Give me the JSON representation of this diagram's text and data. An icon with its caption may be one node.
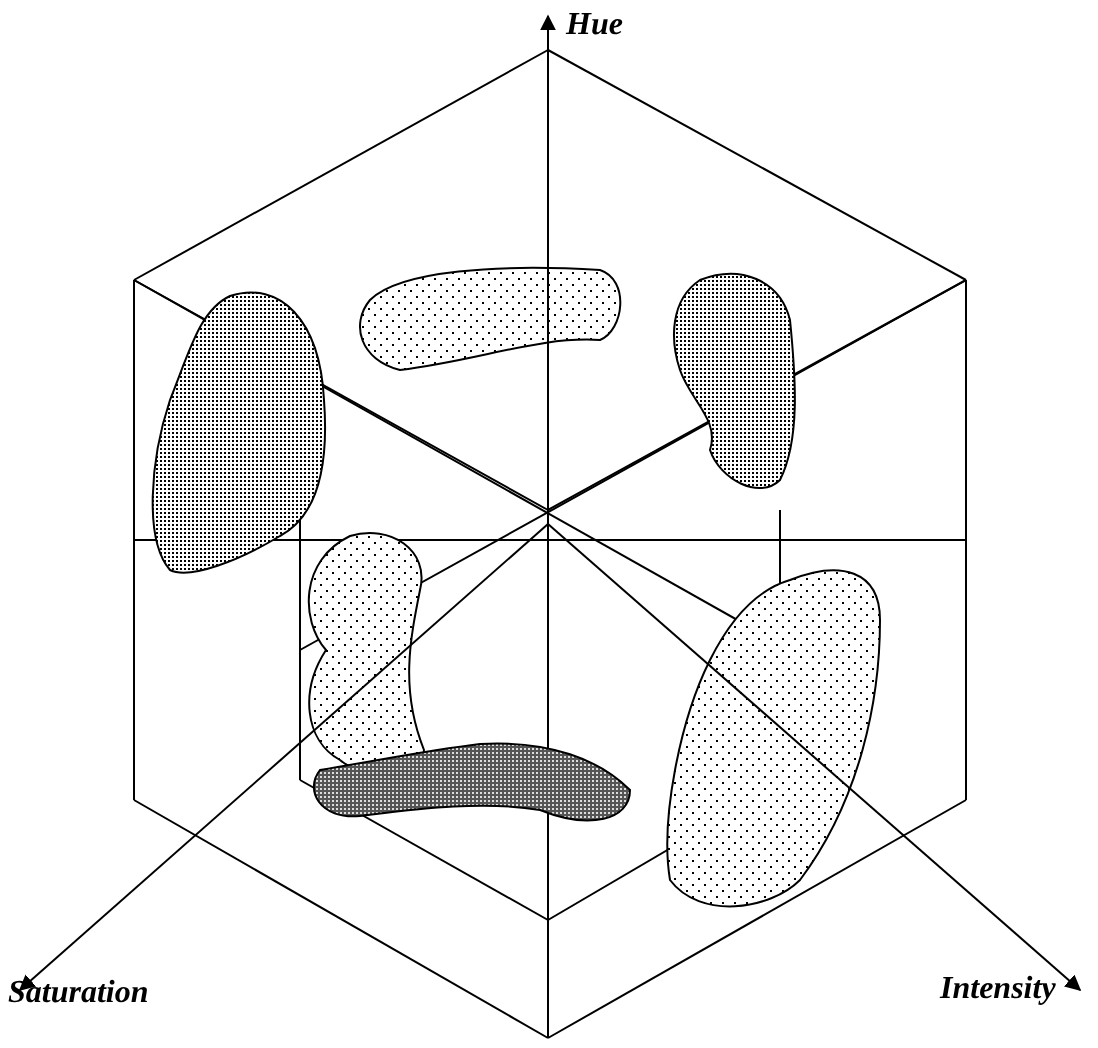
{
  "diagram": {
    "labels": [
      "Hue",
      "Saturation",
      "Intensity"
    ]
  }
}
